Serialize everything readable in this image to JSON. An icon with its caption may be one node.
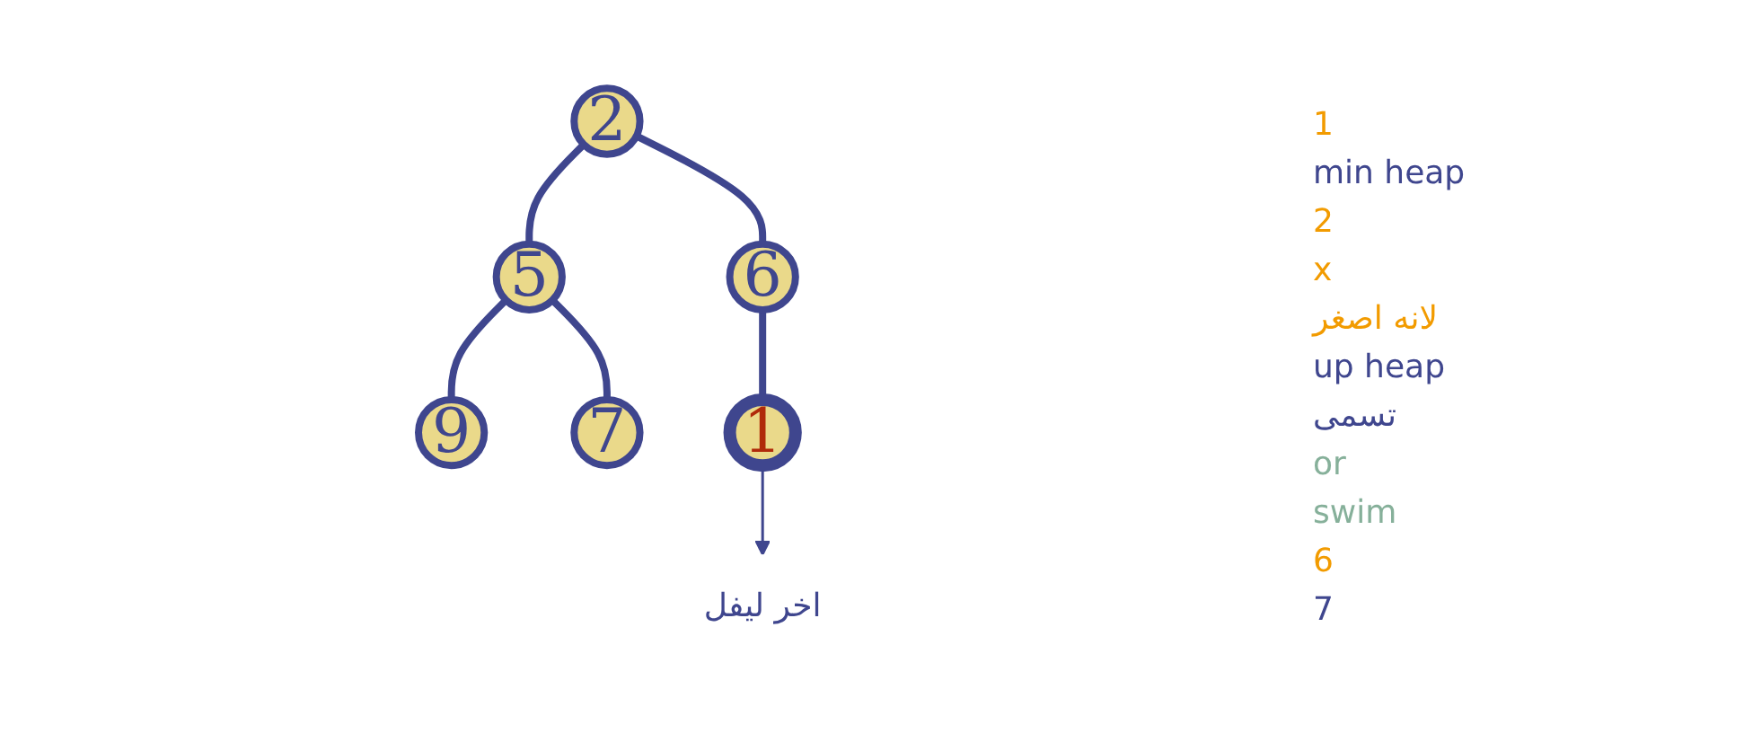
{
  "diagram": {
    "nodes": [
      {
        "text": [
          "2"
        ]
      },
      {
        "text": [
          "5"
        ]
      },
      {
        "text": [
          "6"
        ]
      },
      {
        "text": [
          "9"
        ]
      },
      {
        "text": [
          "7"
        ]
      },
      {
        "text": [
          "1"
        ]
      },
      {
        "text": [
          "اخر ليفل"
        ]
      }
    ],
    "edges": [
      {
        "from": 0,
        "to": 1,
        "arrow": "none"
      },
      {
        "from": 0,
        "to": 2,
        "arrow": "none"
      },
      {
        "from": 1,
        "to": 3,
        "arrow": "none"
      },
      {
        "from": 1,
        "to": 4,
        "arrow": "none"
      },
      {
        "from": 2,
        "to": 5,
        "arrow": "none"
      },
      {
        "from": 5,
        "to": 6,
        "arrow": "to"
      }
    ],
    "labels": [
      "1",
      "min heap",
      "2",
      "x",
      "لانه اصغر",
      "up heap",
      "تسمى",
      "or",
      "swim",
      "6",
      "7"
    ]
  }
}
